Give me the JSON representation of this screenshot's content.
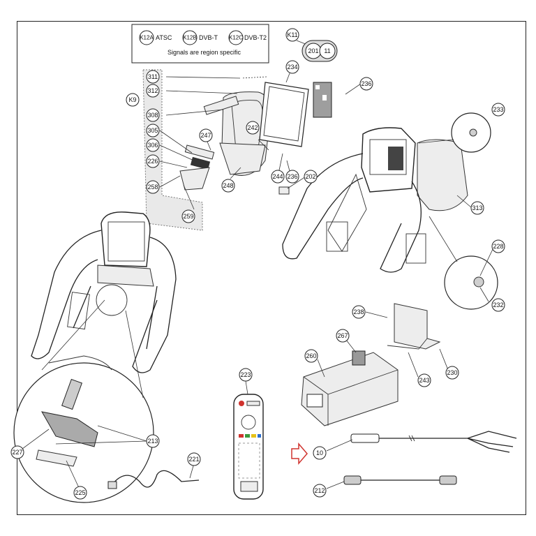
{
  "signal_legend": {
    "items": [
      {
        "tag": "K12A",
        "label": "ATSC"
      },
      {
        "tag": "K12B",
        "label": "DVB-T"
      },
      {
        "tag": "K12C",
        "label": "DVB-T2"
      }
    ],
    "note": "Signals are region specific"
  },
  "k11": {
    "tag": "K11",
    "parts": [
      "201",
      "11"
    ]
  },
  "k9": "K9",
  "callouts": {
    "c311": "311",
    "c312": "312",
    "c308": "308",
    "c305": "305",
    "c306": "306",
    "c226": "226",
    "c258": "258",
    "c259": "259",
    "c247": "247",
    "c248": "248",
    "c242": "242",
    "c244": "244",
    "c236a": "236",
    "c236b": "236",
    "c234": "234",
    "c202": "202",
    "c233": "233",
    "c313": "313",
    "c228": "228",
    "c232": "232",
    "c238": "238",
    "c267": "267",
    "c260": "260",
    "c243": "243",
    "c230": "230",
    "c223": "223",
    "c213": "213",
    "c227": "227",
    "c225": "225",
    "c221": "221",
    "c10": "10",
    "c212": "212"
  },
  "colors": {
    "arrow": "#d0332e",
    "line": "#222222"
  }
}
